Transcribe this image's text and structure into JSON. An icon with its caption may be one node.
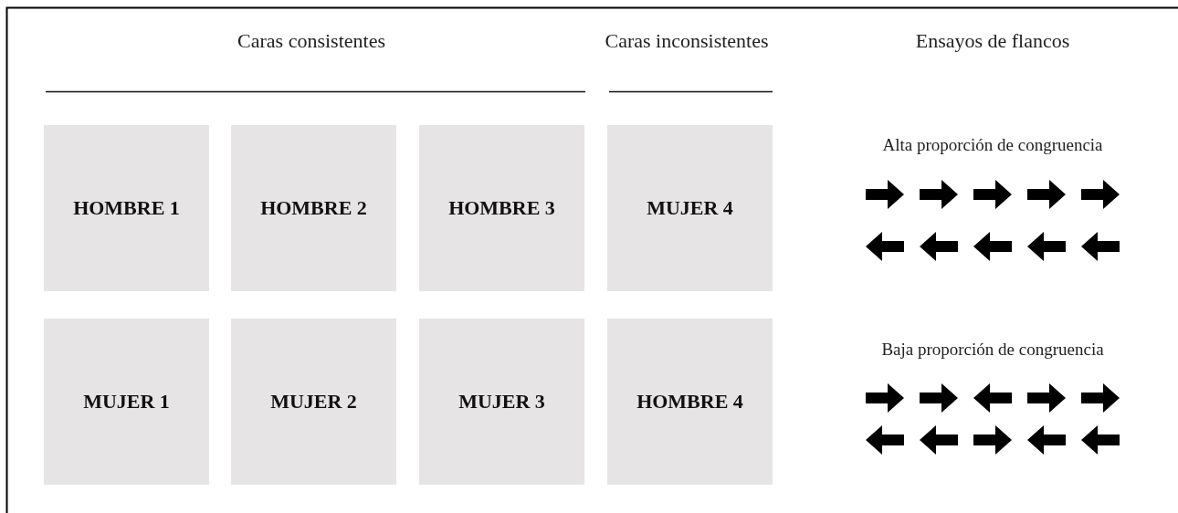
{
  "diagram": {
    "nodes": [
      {
        "text": [
          "HOMBRE 1"
        ]
      },
      {
        "text": [
          "HOMBRE 2"
        ]
      },
      {
        "text": [
          "HOMBRE 3"
        ]
      },
      {
        "text": [
          "MUJER 4"
        ]
      },
      {
        "text": [
          "MUJER 1"
        ]
      },
      {
        "text": [
          "MUJER 2"
        ]
      },
      {
        "text": [
          "MUJER 3"
        ]
      },
      {
        "text": [
          "HOMBRE 4"
        ]
      }
    ],
    "labels": [
      "Caras consistentes",
      "Caras inconsistentes",
      "Ensayos de flancos",
      "Alta proporción de congruencia",
      "Baja proporción de congruencia"
    ]
  }
}
